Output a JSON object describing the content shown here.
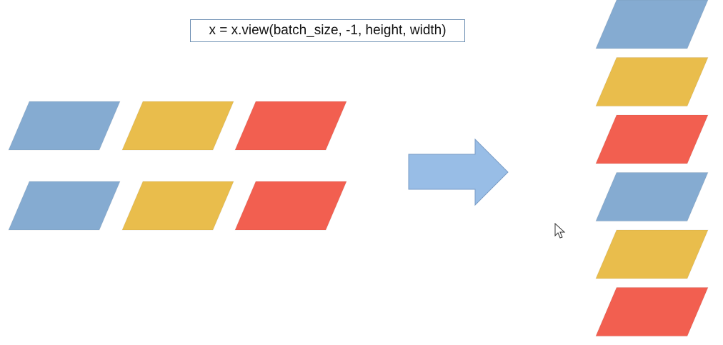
{
  "code": {
    "text": "x = x.view(batch_size, -1, height, width)"
  },
  "colors": {
    "blue": "#85abd1",
    "yellow": "#e9bd4c",
    "red": "#f25f50",
    "arrow": "#98bde6",
    "arrow_stroke": "#7a9cc5",
    "box_border": "#6d8fb3"
  },
  "input_grid": {
    "rows": [
      [
        "blue",
        "yellow",
        "red"
      ],
      [
        "blue",
        "yellow",
        "red"
      ]
    ]
  },
  "output_stack": {
    "items": [
      "blue",
      "yellow",
      "red",
      "blue",
      "yellow",
      "red"
    ]
  },
  "arrow": {
    "direction": "right"
  },
  "cursor": {
    "icon": "mouse-pointer-icon"
  }
}
